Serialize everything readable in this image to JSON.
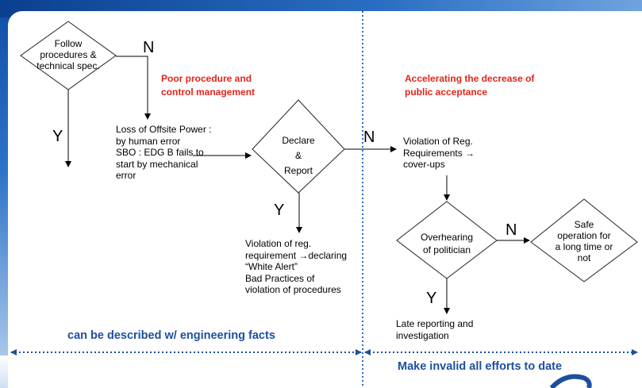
{
  "diamonds": {
    "follow": "Follow\nprocedures &\ntechnical spec.",
    "declare": "Declare\n&\nReport",
    "overhearing": "Overhearing\nof politician",
    "safe": "Safe\noperation for\na long time or\nnot"
  },
  "labels": {
    "n1": "N",
    "y1": "Y",
    "n2": "N",
    "y2": "Y",
    "n3": "N",
    "y3": "Y"
  },
  "texts": {
    "loss": "Loss of Offsite Power :\nby human error\nSBO : EDG B fails to\nstart by mechanical\nerror",
    "violation_reg": "Violation of reg.\nrequirement →declaring\n“White Alert”\nBad Practices of\nviolation of procedures",
    "violation_cover": "Violation of Reg.\nRequirements →\ncover-ups",
    "late": "Late reporting and\ninvestigation"
  },
  "headings": {
    "poor": "Poor procedure and\ncontrol management",
    "accel": "Accelerating the decrease of\npublic acceptance",
    "engineering": "can be described w/ engineering facts",
    "invalid": "Make invalid all efforts to date"
  },
  "colors": {
    "red": "#e0251b",
    "blue": "#1d4f9e",
    "band": "#2a6fc4"
  }
}
